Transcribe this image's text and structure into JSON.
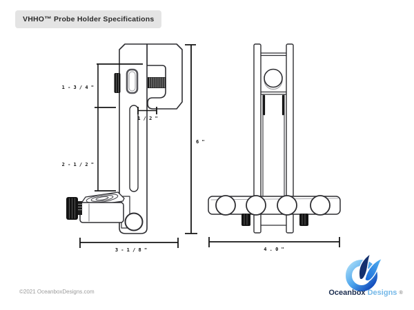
{
  "header": {
    "title": "VHHO™ Probe Holder Specifications"
  },
  "side_view": {
    "label": "side-view technical drawing of probe holder",
    "dims": {
      "clamp_height": "1 - 3 / 4 \"",
      "body_height": "2 - 1 / 2 \"",
      "clamp_gap": "1 / 2 \"",
      "overall_height": "6 \"",
      "overall_width": "3 - 1 / 8 \""
    }
  },
  "front_view": {
    "label": "front-view technical drawing of probe holder",
    "dims": {
      "overall_width": "4 . 0 \""
    }
  },
  "footer": {
    "copyright": "©2021 OceanboxDesigns.com"
  },
  "brand": {
    "primary": "Oceanbox",
    "secondary": "Designs",
    "registered": "®"
  },
  "colors": {
    "line": "#2d2d31",
    "badge_bg": "#e4e4e4",
    "brand_navy": "#1b2d4f",
    "brand_blue": "#74b8e8",
    "logo_gradient_start": "#a8dcf8",
    "logo_gradient_mid": "#4aa3ec",
    "logo_gradient_end": "#0a3db3"
  }
}
